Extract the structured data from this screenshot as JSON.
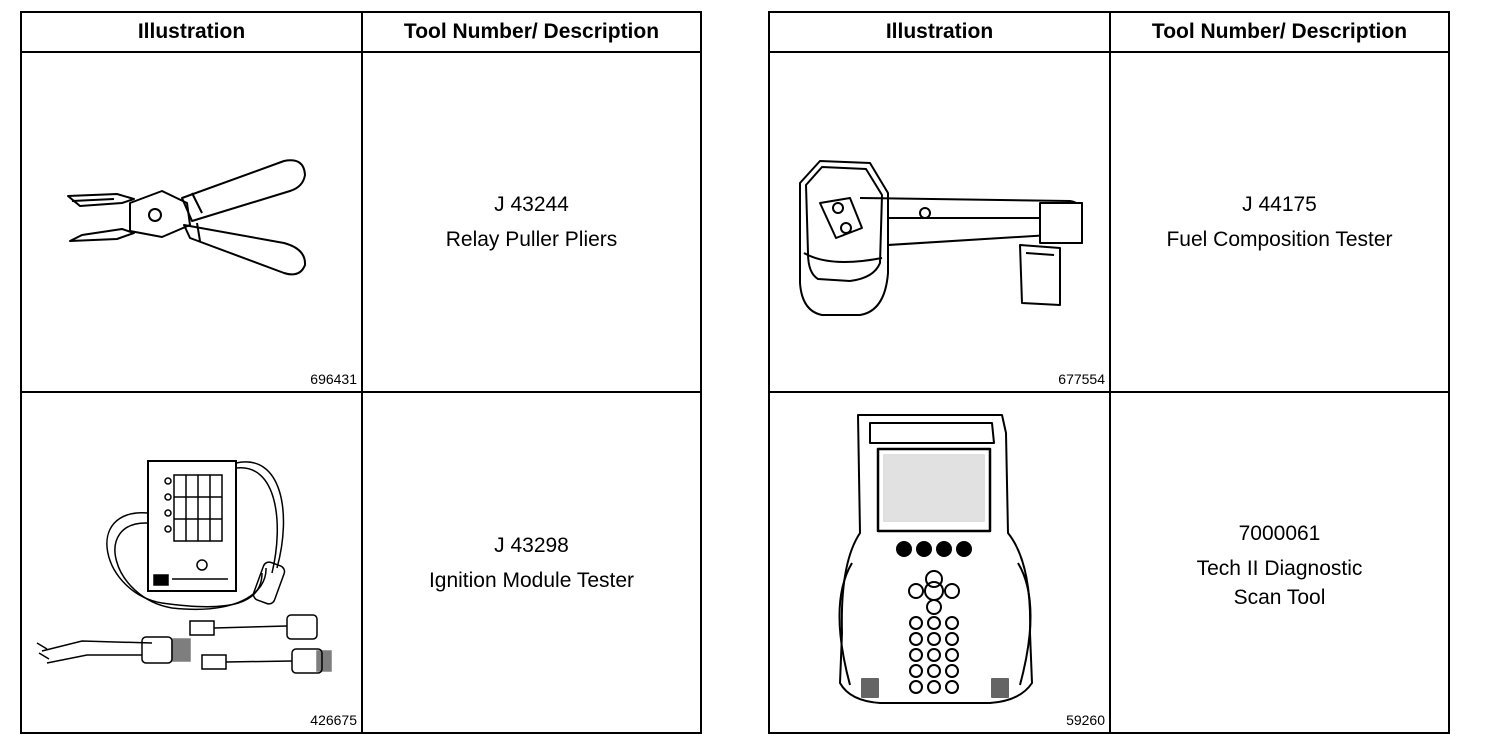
{
  "tables": [
    {
      "headers": {
        "illustration": "Illustration",
        "tool": "Tool Number/ Description"
      },
      "rows": [
        {
          "tool_number": "J 43244",
          "description": "Relay Puller Pliers",
          "figure_id": "696431",
          "icon": "relay-puller-pliers"
        },
        {
          "tool_number": "J 43298",
          "description": "Ignition Module Tester",
          "figure_id": "426675",
          "icon": "ignition-module-tester"
        }
      ]
    },
    {
      "headers": {
        "illustration": "Illustration",
        "tool": "Tool Number/ Description"
      },
      "rows": [
        {
          "tool_number": "J 44175",
          "description": "Fuel Composition Tester",
          "figure_id": "677554",
          "icon": "fuel-composition-tester"
        },
        {
          "tool_number": "7000061",
          "description_lines": [
            "Tech II Diagnostic",
            "Scan Tool"
          ],
          "figure_id": "59260",
          "icon": "tech-ii-scan-tool"
        }
      ]
    }
  ]
}
